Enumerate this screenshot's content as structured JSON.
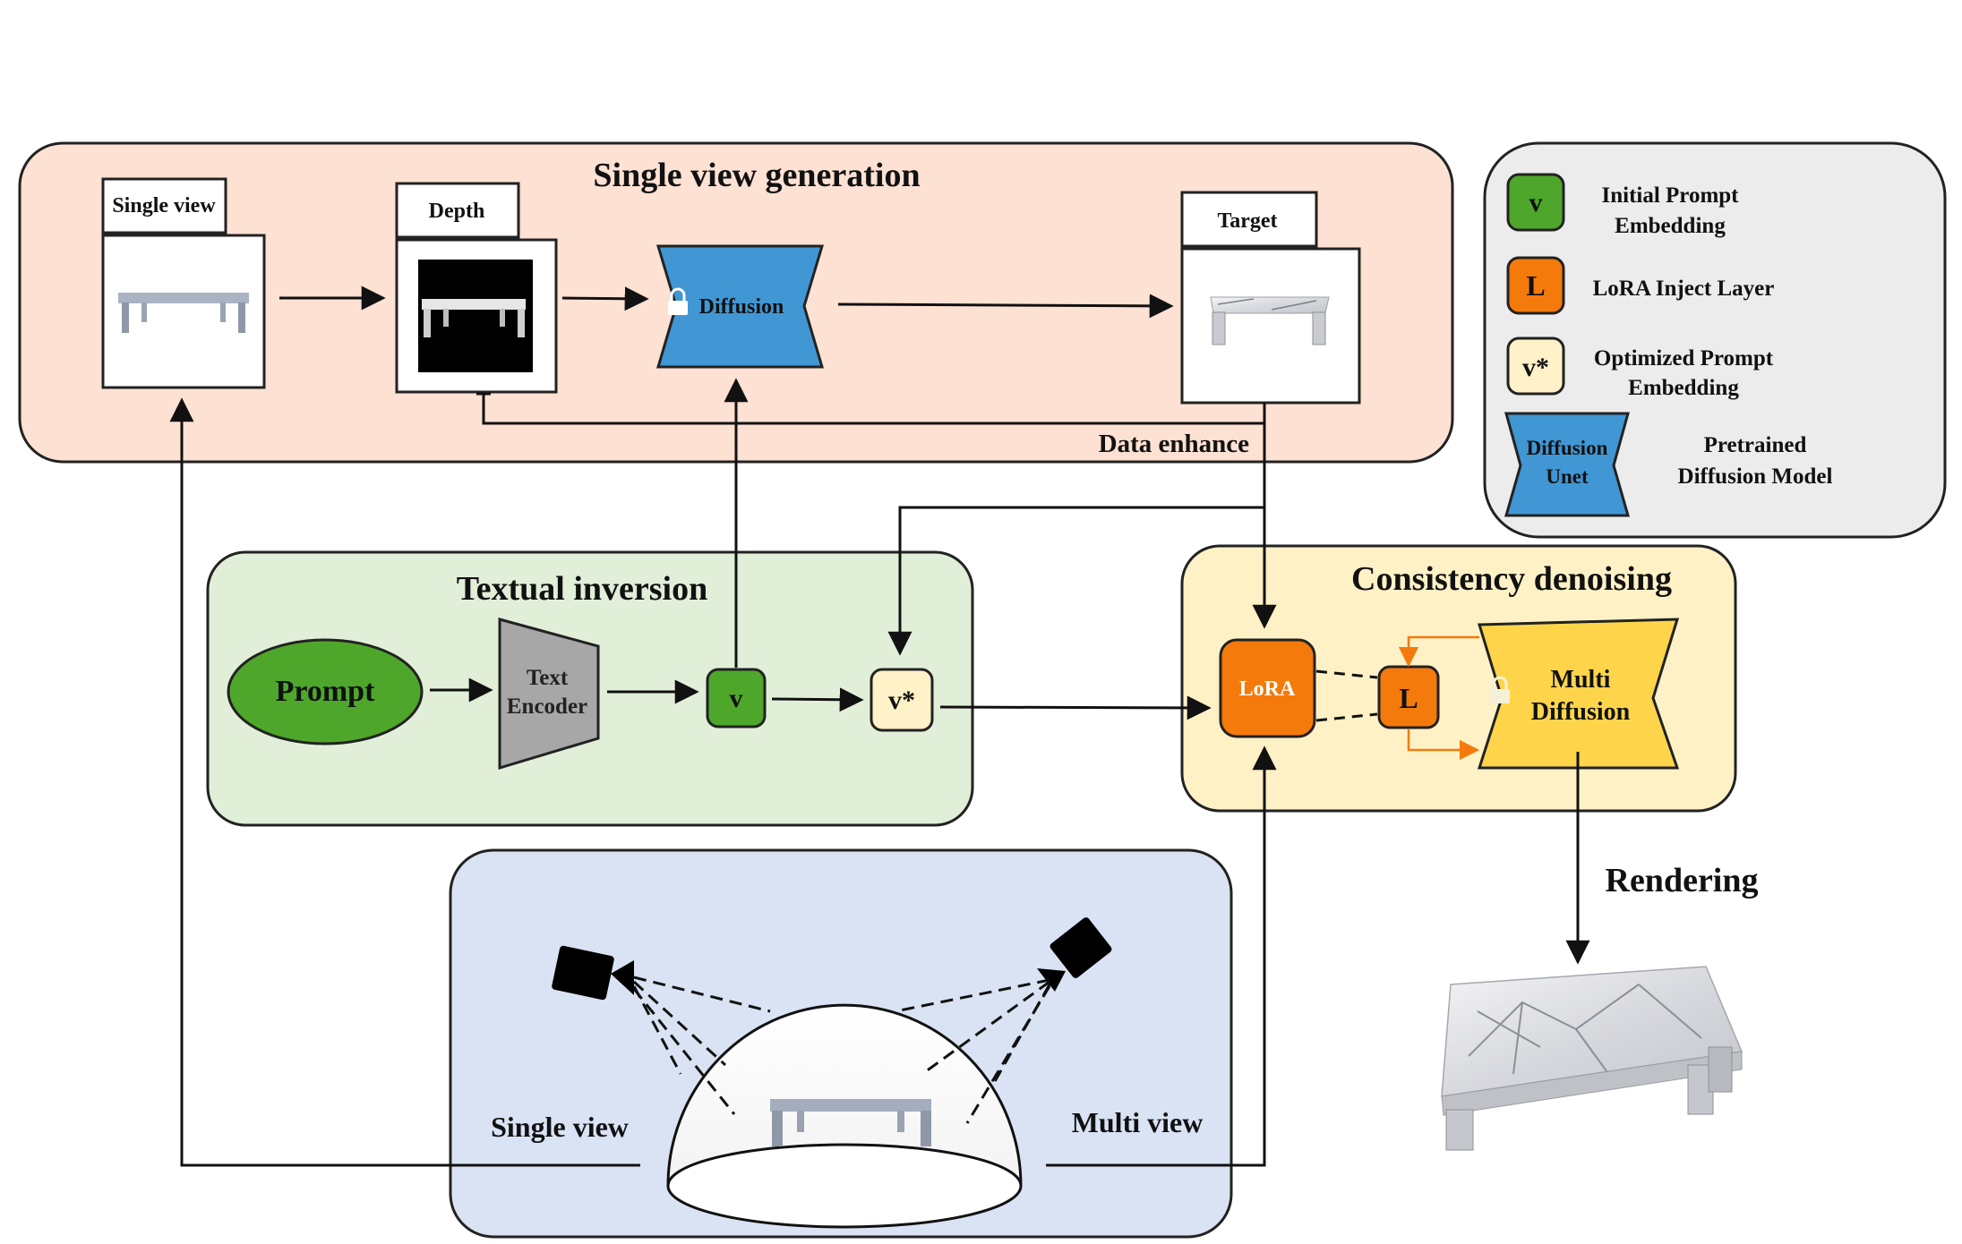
{
  "single_view_generation": {
    "title": "Single view generation",
    "single_view_label": "Single view",
    "depth_label": "Depth",
    "diffusion_label": "Diffusion",
    "target_label": "Target",
    "data_enhance_label": "Data enhance"
  },
  "legend": {
    "v_symbol": "v",
    "v_text_line1": "Initial  Prompt",
    "v_text_line2": "Embedding",
    "l_symbol": "L",
    "l_text": "LoRA  Inject  Layer",
    "vstar_symbol": "v*",
    "vstar_text_line1": "Optimized  Prompt",
    "vstar_text_line2": "Embedding",
    "unet_line1": "Diffusion",
    "unet_line2": "Unet",
    "unet_text_line1": "Pretrained",
    "unet_text_line2": "Diffusion  Model"
  },
  "textual_inversion": {
    "title": "Textual inversion",
    "prompt_label": "Prompt",
    "encoder_line1": "Text",
    "encoder_line2": "Encoder",
    "v_label": "v",
    "vstar_label": "v*"
  },
  "consistency_denoising": {
    "title": "Consistency denoising",
    "lora_label": "LoRA",
    "l_label": "L",
    "multi_line1": "Multi",
    "multi_line2": "Diffusion"
  },
  "rendering_label": "Rendering",
  "camera_panel": {
    "single_view_label": "Single  view",
    "multi_view_label": "Multi  view"
  },
  "colors": {
    "peach_panel": "#fde1d3",
    "gray_panel": "#ececec",
    "green_panel": "#e1efd9",
    "yellow_panel": "#fff1c6",
    "blue_panel": "#d9e3f3",
    "green": "#4ea72a",
    "orange": "#f47a0b",
    "cream": "#fff1c8",
    "blue": "#4196d4",
    "gray_encoder": "#a7a7a7",
    "multi_yellow": "#fed54a"
  }
}
